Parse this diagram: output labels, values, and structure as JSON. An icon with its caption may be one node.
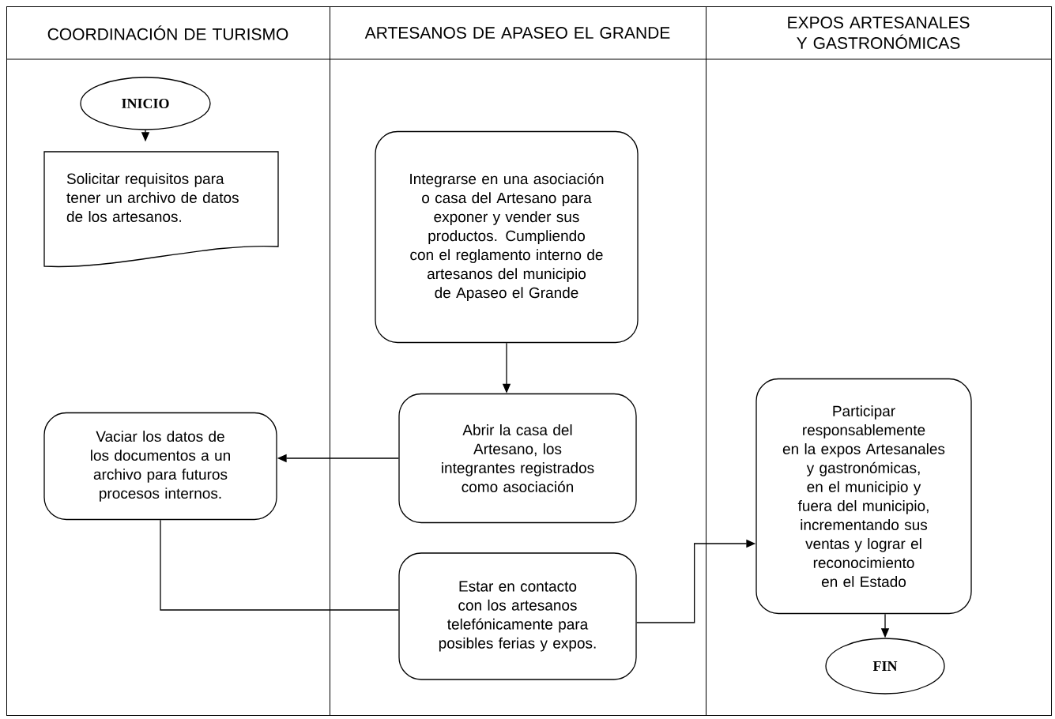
{
  "diagram": {
    "nodes": [
      {
        "text": [
          "COORDINACIÓN DE TURISMO"
        ]
      },
      {
        "text": [
          "ARTESANOS DE APASEO EL GRANDE"
        ]
      },
      {
        "text": [
          "EXPOS ARTESANALES Y GASTRONÓMICAS"
        ]
      },
      {
        "text": [
          "INICIO"
        ],
        "in": 0
      },
      {
        "text": [
          "Solicitar requisitos para tener un archivo de datos de los artesanos."
        ],
        "in": 0
      },
      {
        "text": [
          "Integrarse en una asociación o casa del Artesano para exponer y vender sus productos. Cumpliendo con el reglamento interno de artesanos del municipio de Apaseo el Grande"
        ],
        "in": 1
      },
      {
        "text": [
          "Abrir la casa del Artesano, los integrantes registrados como asociación"
        ],
        "in": 1
      },
      {
        "text": [
          "Vaciar los datos de los documentos a un archivo para futuros procesos internos."
        ],
        "in": 0
      },
      {
        "text": [
          "Estar en contacto con los artesanos telefónicamente para posibles ferias y expos."
        ],
        "in": 1
      },
      {
        "text": [
          "Participar responsablemente en la expos Artesanales y gastronómicas, en el municipio y fuera del municipio, incrementando sus ventas y lograr el reconocimiento en el Estado"
        ],
        "in": 2
      },
      {
        "text": [
          "FIN"
        ],
        "in": 2
      }
    ],
    "edges": [
      {
        "from": 3,
        "to": 4,
        "arrow": "to"
      },
      {
        "from": 5,
        "to": 6,
        "arrow": "to"
      },
      {
        "from": 6,
        "to": 7,
        "arrow": "to"
      },
      {
        "from": 7,
        "to": 8,
        "arrow": "none"
      },
      {
        "from": 8,
        "to": 9,
        "arrow": "to"
      },
      {
        "from": 9,
        "to": 10,
        "arrow": "to"
      }
    ]
  }
}
